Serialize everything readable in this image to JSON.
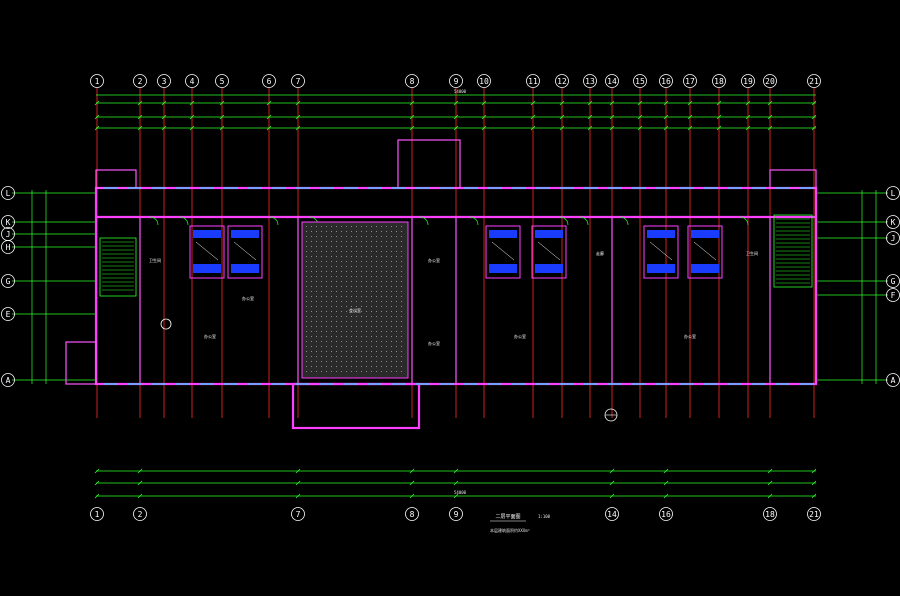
{
  "drawing": {
    "top_axes": [
      "1",
      "2",
      "3",
      "4",
      "5",
      "6",
      "7",
      "8",
      "9",
      "10",
      "11",
      "12",
      "13",
      "14",
      "15",
      "16",
      "17",
      "18",
      "19",
      "20",
      "21"
    ],
    "bottom_axes": [
      "1",
      "2",
      "7",
      "8",
      "9",
      "14",
      "16",
      "18",
      "21"
    ],
    "left_axes": [
      "L",
      "K",
      "J",
      "H",
      "G",
      "E",
      "A"
    ],
    "right_axes": [
      "L",
      "K",
      "J",
      "G",
      "F",
      "A"
    ],
    "rooms": [
      "办公室",
      "办公室",
      "办公室",
      "办公室",
      "会议室",
      "办公室",
      "办公室",
      "走廊",
      "卫生间",
      "卫生间"
    ],
    "caption_title": "二层平面图",
    "caption_scale": "1:100",
    "caption_note": "本层建筑面积约XXXm²",
    "overall_dim_top": "54000",
    "overall_dim_bottom": "54000"
  },
  "colors": {
    "background": "#000000",
    "walls": "#ff3fff",
    "grid": "#ff2a2a",
    "dimensions": "#2cff2c",
    "windows": "#40c8ff",
    "toilets": "#1a3cff"
  }
}
